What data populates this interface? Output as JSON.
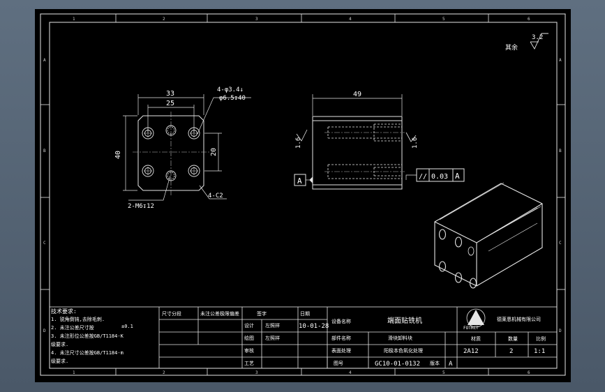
{
  "colors": {
    "paper": "#000000",
    "line": "#e6e6e6",
    "background": "#566474"
  },
  "border": {
    "top_numbers": [
      "1",
      "2",
      "3",
      "4",
      "5",
      "6"
    ],
    "bottom_numbers": [
      "1",
      "2",
      "3",
      "4",
      "5",
      "6"
    ],
    "left_letters": [
      "A",
      "B",
      "C",
      "D"
    ],
    "right_letters": [
      "A",
      "B",
      "C",
      "D"
    ]
  },
  "roughness": {
    "label": "其余",
    "value": "3.2"
  },
  "front_view": {
    "dim_33": "33",
    "dim_25": "25",
    "dim_40": "40",
    "dim_20": "20",
    "hole_callout_1": "4-φ3.4↓",
    "hole_callout_2": "φ6.5↧40",
    "tap_callout": "2-M6↧12",
    "chamfer_callout": "4-C2"
  },
  "side_view": {
    "dim_49": "49",
    "rough_left": "1.6",
    "rough_right": "1.6",
    "datum": "A",
    "tol_symbol": "//",
    "tol_value": "0.03",
    "tol_datum": "A"
  },
  "title_block": {
    "notes_title": "技术要求:",
    "notes": [
      "1. 锐角倒钝,去除毛刺.",
      "2. 未注公差尺寸按",
      "3. 未注形位公差按GB/T1184-K",
      "   级要求.",
      "4. 未注尺寸公差按GB/T1184-m",
      "   级要求."
    ],
    "tolerance": "±0.1",
    "col_size": "尺寸分段",
    "col_limit": "未注公差极限偏差",
    "sign_label": "签字",
    "date_label": "日期",
    "design_label": "设计",
    "design_name": "左照祥",
    "design_date": "10-01-28",
    "drawn_label": "绘图",
    "drawn_name": "左照祥",
    "review_label": "审核",
    "process_label": "工艺",
    "equip_label": "设备名称",
    "equip_value": "端面贴铣机",
    "part_label": "部件名称",
    "part_value": "滑块卸料块",
    "surface_label": "表面处理",
    "surface_value": "阳极本色氧化处理",
    "drawing_no_label": "图号",
    "drawing_no": "GC10-01-0132",
    "version_label": "版本",
    "version": "A",
    "company": "德莱恩机械有限公司",
    "logo_text": "FOTRCT",
    "material_label": "材质",
    "material": "2A12",
    "qty_label": "数量",
    "qty": "2",
    "scale_label": "比例",
    "scale": "1:1"
  }
}
